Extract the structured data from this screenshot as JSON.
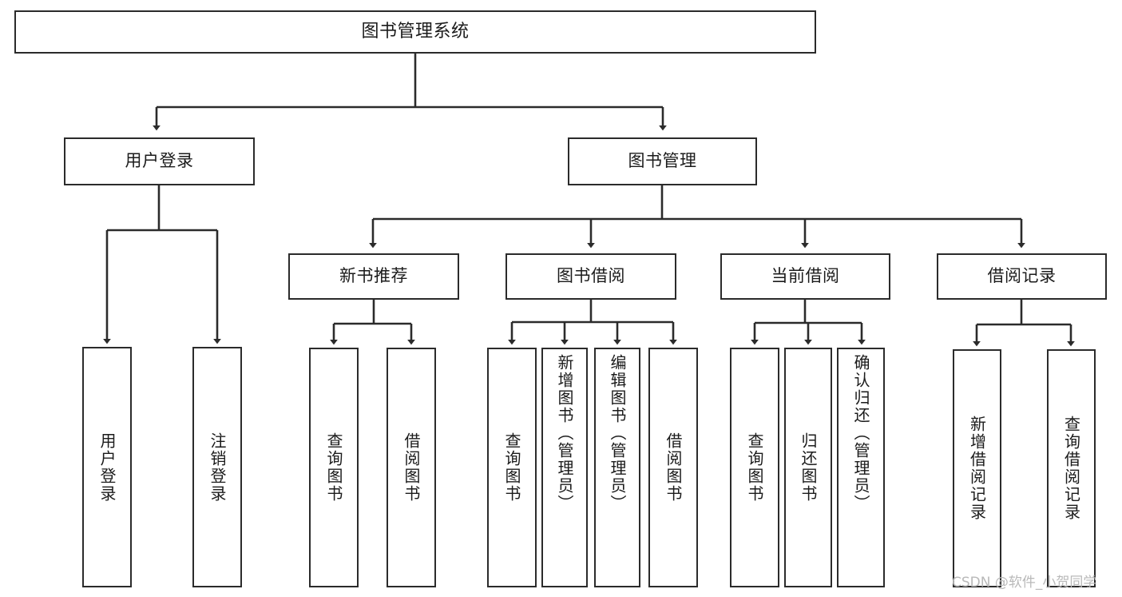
{
  "diagram": {
    "type": "tree-hierarchy",
    "title": "图书管理系统",
    "orientation": "top-down",
    "colors": {
      "box_border": "#2b2b2b",
      "box_fill": "#ffffff",
      "edge": "#2b2b2b",
      "text": "#1b1b1b",
      "watermark": "#b9b9b9",
      "background": "#ffffff"
    },
    "root": {
      "id": "root",
      "label": "图书管理系统"
    },
    "level2": [
      {
        "id": "user-login",
        "label": "用户登录"
      },
      {
        "id": "book-manage",
        "label": "图书管理"
      }
    ],
    "level3": [
      {
        "id": "new-book-rec",
        "label": "新书推荐",
        "parent": "book-manage"
      },
      {
        "id": "book-borrow",
        "label": "图书借阅",
        "parent": "book-manage"
      },
      {
        "id": "current-borrow",
        "label": "当前借阅",
        "parent": "book-manage"
      },
      {
        "id": "borrow-record",
        "label": "借阅记录",
        "parent": "book-manage"
      }
    ],
    "leaves": [
      {
        "id": "leaf-user-login",
        "label": "用户登录",
        "parent": "user-login"
      },
      {
        "id": "leaf-user-logout",
        "label": "注销登录",
        "parent": "user-login"
      },
      {
        "id": "leaf-query-book-1",
        "label": "查询图书",
        "parent": "new-book-rec"
      },
      {
        "id": "leaf-borrow-book-1",
        "label": "借阅图书",
        "parent": "new-book-rec"
      },
      {
        "id": "leaf-query-book-2",
        "label": "查询图书",
        "parent": "book-borrow"
      },
      {
        "id": "leaf-add-book",
        "label": "新增图书（管理员）",
        "parent": "book-borrow"
      },
      {
        "id": "leaf-edit-book",
        "label": "编辑图书（管理员）",
        "parent": "book-borrow"
      },
      {
        "id": "leaf-borrow-book-2",
        "label": "借阅图书",
        "parent": "book-borrow"
      },
      {
        "id": "leaf-query-book-3",
        "label": "查询图书",
        "parent": "current-borrow"
      },
      {
        "id": "leaf-return-book",
        "label": "归还图书",
        "parent": "current-borrow"
      },
      {
        "id": "leaf-confirm-return",
        "label": "确认归还（管理员）",
        "parent": "current-borrow"
      },
      {
        "id": "leaf-add-record",
        "label": "新增借阅记录",
        "parent": "borrow-record"
      },
      {
        "id": "leaf-query-record",
        "label": "查询借阅记录",
        "parent": "borrow-record"
      }
    ]
  },
  "watermark": {
    "text": "CSDN @软件_小贺同学"
  }
}
